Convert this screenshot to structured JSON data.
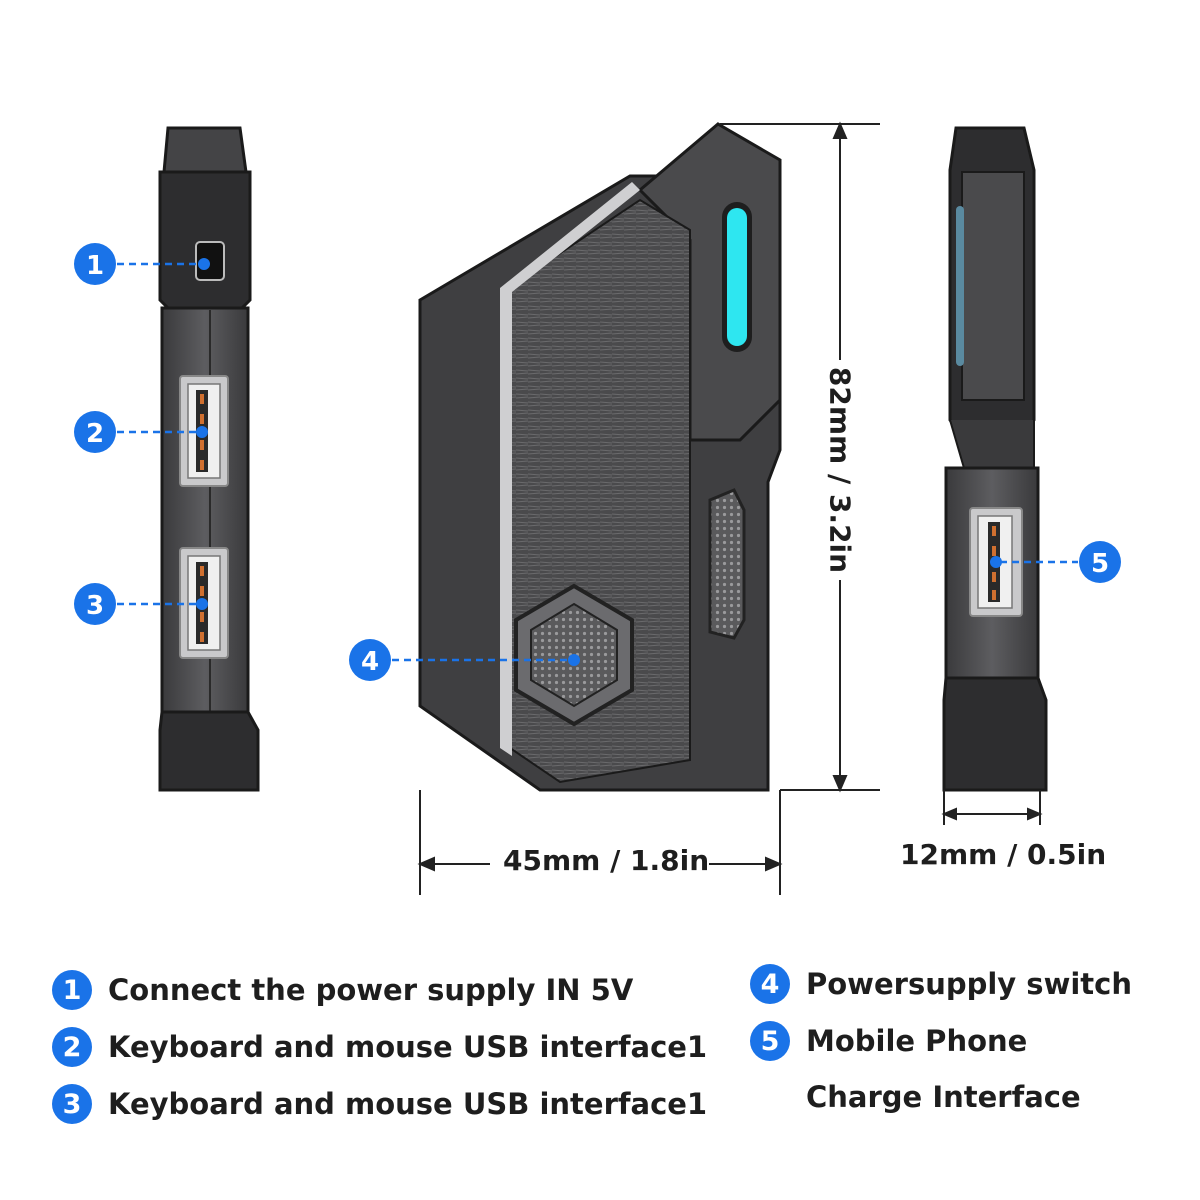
{
  "dimensions": {
    "height": "82mm / 3.2in",
    "width": "45mm / 1.8in",
    "depth": "12mm / 0.5in"
  },
  "callouts": [
    {
      "number": "1"
    },
    {
      "number": "2"
    },
    {
      "number": "3"
    },
    {
      "number": "4"
    },
    {
      "number": "5"
    }
  ],
  "legend": [
    {
      "number": "1",
      "text": "Connect the power supply IN 5V"
    },
    {
      "number": "2",
      "text": "Keyboard and mouse USB interface1"
    },
    {
      "number": "3",
      "text": "Keyboard and mouse USB interface1"
    },
    {
      "number": "4",
      "text": "Powersupply switch"
    },
    {
      "number": "5",
      "text": "Mobile Phone Charge Interface"
    }
  ],
  "colors": {
    "callout_blue": "#1a73e8",
    "device_dark": "#3a3a3c",
    "device_mid": "#6b6b6e",
    "led_cyan": "#2ee6f0"
  }
}
